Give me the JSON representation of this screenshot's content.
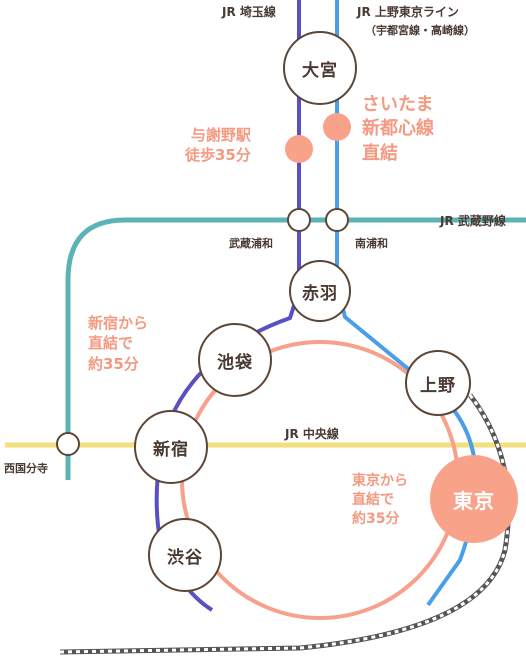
{
  "lines": {
    "saikyo": "JR 埼玉線",
    "ueno_tokyo_line": "JR 上野東京ライン",
    "ueno_tokyo_sub": "（宇都宮線・高崎線）",
    "musashino": "JR 武蔵野線",
    "chuo": "JR 中央線"
  },
  "stations": {
    "omiya": "大宮",
    "akabane": "赤羽",
    "ikebukuro": "池袋",
    "ueno": "上野",
    "shinjuku": "新宿",
    "shibuya": "渋谷",
    "tokyo": "東京",
    "musashi_urawa": "武蔵浦和",
    "minami_urawa": "南浦和",
    "nishi_kokubunji": "西国分寺"
  },
  "notes": {
    "saitama": [
      "さいたま",
      "新都心線",
      "直結"
    ],
    "yono": [
      "与謝野駅",
      "徒歩35分"
    ],
    "shinjuku": [
      "新宿から",
      "直結で",
      "約35分"
    ],
    "tokyo": [
      "東京から",
      "直結で",
      "約35分"
    ]
  },
  "colors": {
    "saikyo": "#5a4fc4",
    "ueno_tokyo": "#4a9fe8",
    "musashino": "#5bb3b6",
    "chuo": "#f3df7c",
    "yamanote": "#f7a08c",
    "shinkansen": "#555555",
    "station_border": "#5b4637",
    "highlight": "#f9a28a"
  }
}
